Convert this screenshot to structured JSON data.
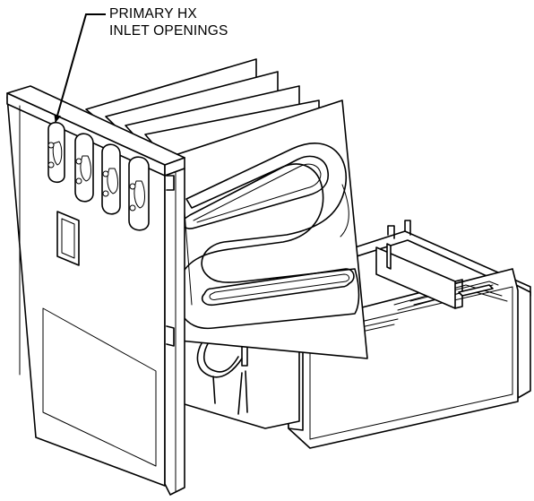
{
  "callout": {
    "line1": "PRIMARY HX",
    "line2": "INLET OPENINGS"
  },
  "colors": {
    "ink": "#000000",
    "paper": "#ffffff"
  },
  "components": {
    "heat_exchanger_cells": 4,
    "inlet_openings": 4
  }
}
